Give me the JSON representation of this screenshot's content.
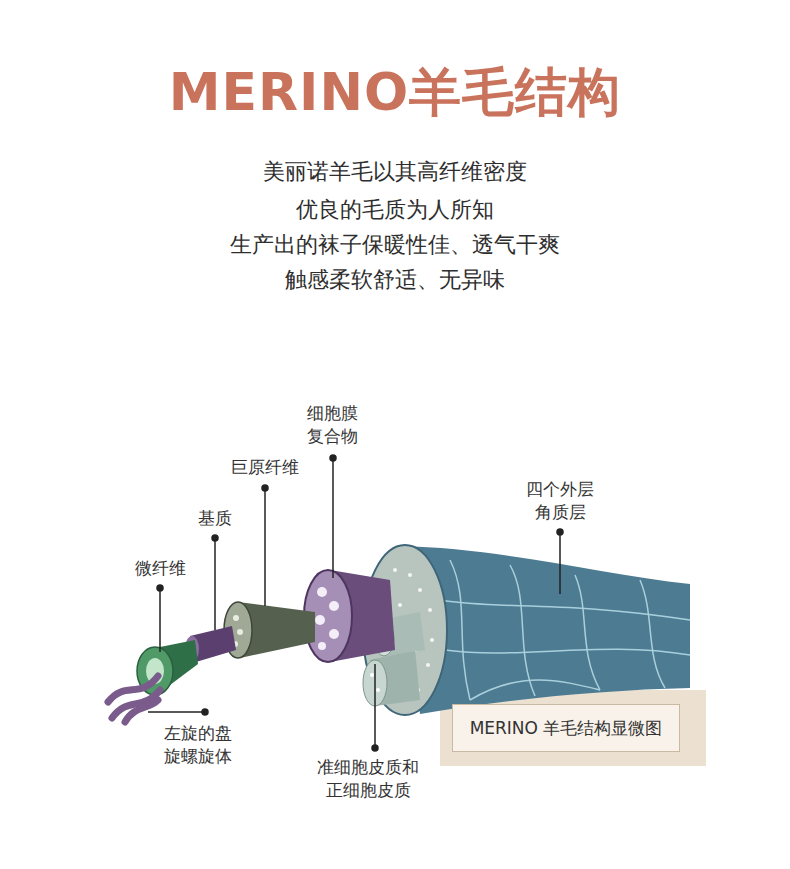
{
  "diagram": {
    "title": "MERINO羊毛结构",
    "nodes": [
      {
        "text": [
          "MERINO 羊毛结构显微图"
        ]
      }
    ],
    "edges": [],
    "labels": [
      "美丽诺羊毛以其高纤维密度",
      "优良的毛质为人所知",
      "生产出的袜子保暖性佳、透气干爽",
      "触感柔软舒适、无异味",
      "细胞膜 复合物",
      "巨原纤维",
      "基质",
      "微纤维",
      "四个外层 角质层",
      "左旋的盘 旋螺旋体",
      "准细胞皮质和 正细胞皮质"
    ]
  }
}
